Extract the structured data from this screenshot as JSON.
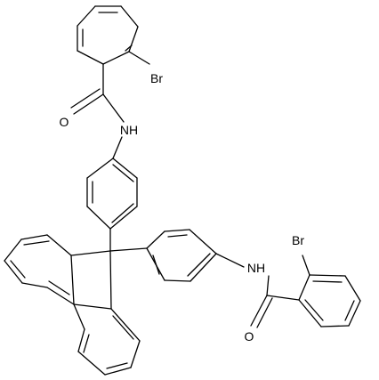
{
  "atoms": {
    "br_top": "Br",
    "o_top": "O",
    "nh_top": "NH",
    "nh_right": "NH",
    "o_bottom": "O",
    "br_bottom": "Br"
  }
}
